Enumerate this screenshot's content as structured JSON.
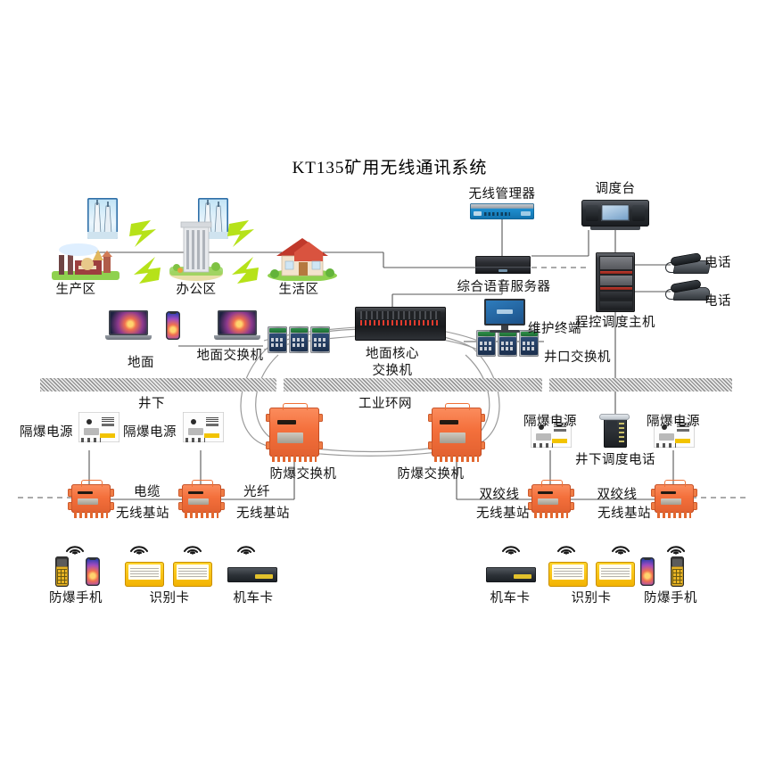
{
  "diagram": {
    "title": "KT135矿用无线通讯系统",
    "accent_orange": "#f4703c",
    "accent_green": "#b6e219",
    "ground_color": "#cfcfcf",
    "line_color": "#555555"
  },
  "surface": {
    "zones": [
      {
        "name": "production-zone",
        "label": "生产区"
      },
      {
        "name": "office-zone",
        "label": "办公区"
      },
      {
        "name": "living-zone",
        "label": "生活区"
      }
    ],
    "surface_label": "地面",
    "surface_switch_label": "地面交换机",
    "core_switch_label": "地面核心\n交换机",
    "core_switch_line1": "地面核心",
    "core_switch_line2": "交换机",
    "shaft_switch_label": "井口交换机",
    "maintenance_terminal_label": "维护终端",
    "wireless_manager_label": "无线管理器",
    "dispatch_console_label": "调度台",
    "voice_server_label": "综合语音服务器",
    "pbx_host_label": "程控调度主机",
    "telephone_label_1": "电话",
    "telephone_label_2": "电话"
  },
  "underground": {
    "underground_label": "井下",
    "ring_label": "工业环网",
    "power_supplies": [
      {
        "name": "flameproof-power-1",
        "label": "隔爆电源"
      },
      {
        "name": "flameproof-power-2",
        "label": "隔爆电源"
      },
      {
        "name": "flameproof-power-3",
        "label": "隔爆电源"
      },
      {
        "name": "flameproof-power-4",
        "label": "隔爆电源"
      }
    ],
    "xp_switches": [
      {
        "name": "xp-switch-left",
        "label": "防爆交换机"
      },
      {
        "name": "xp-switch-right",
        "label": "防爆交换机"
      }
    ],
    "base_stations": [
      {
        "name": "base-station-1",
        "label": "无线基站"
      },
      {
        "name": "base-station-2",
        "label": "无线基站"
      },
      {
        "name": "base-station-3",
        "label": "无线基站"
      },
      {
        "name": "base-station-4",
        "label": "无线基站"
      }
    ],
    "links": [
      {
        "name": "link-cable",
        "label": "电缆"
      },
      {
        "name": "link-fiber",
        "label": "光纤"
      },
      {
        "name": "link-twisted-1",
        "label": "双绞线"
      },
      {
        "name": "link-twisted-2",
        "label": "双绞线"
      }
    ],
    "mine_phone_label": "井下调度电话",
    "terminals_left": [
      {
        "name": "xp-handset-left",
        "label": "防爆手机"
      },
      {
        "name": "id-card-left",
        "label": "识别卡"
      },
      {
        "name": "loco-card-left",
        "label": "机车卡"
      }
    ],
    "terminals_right": [
      {
        "name": "loco-card-right",
        "label": "机车卡"
      },
      {
        "name": "id-card-right",
        "label": "识别卡"
      },
      {
        "name": "xp-handset-right",
        "label": "防爆手机"
      }
    ]
  }
}
